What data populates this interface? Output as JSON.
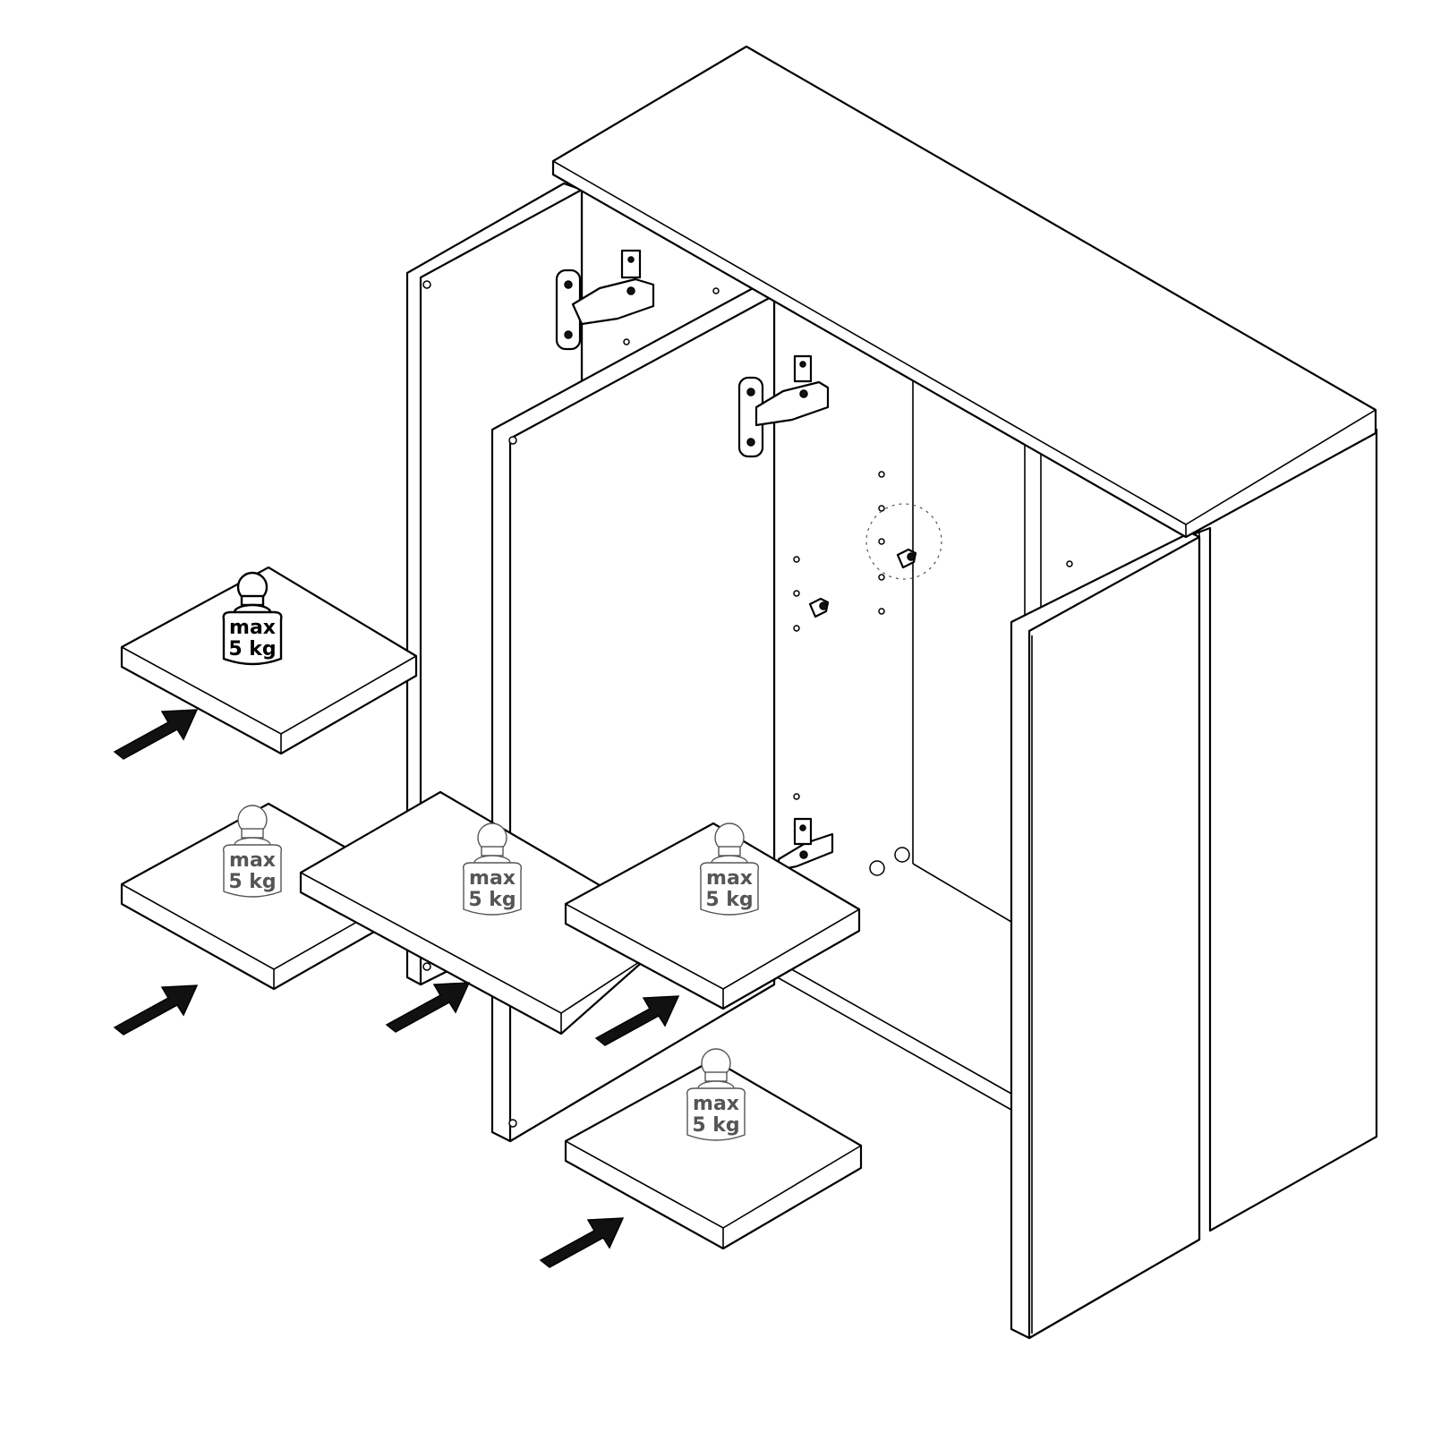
{
  "weights": [
    {
      "line1": "max",
      "line2": "5 kg",
      "style": "solid"
    },
    {
      "line1": "max",
      "line2": "5 kg",
      "style": "ghost"
    },
    {
      "line1": "max",
      "line2": "5 kg",
      "style": "ghost"
    },
    {
      "line1": "max",
      "line2": "5 kg",
      "style": "ghost"
    },
    {
      "line1": "max",
      "line2": "5 kg",
      "style": "ghost"
    }
  ],
  "colors": {
    "line": "#000000",
    "paper": "#ffffff",
    "ghost": "#555555"
  },
  "icons": {
    "weight": "weight-icon",
    "arrow": "insert-arrow-icon",
    "hinge": "hinge-icon",
    "shelf_pin": "shelf-pin-icon"
  }
}
